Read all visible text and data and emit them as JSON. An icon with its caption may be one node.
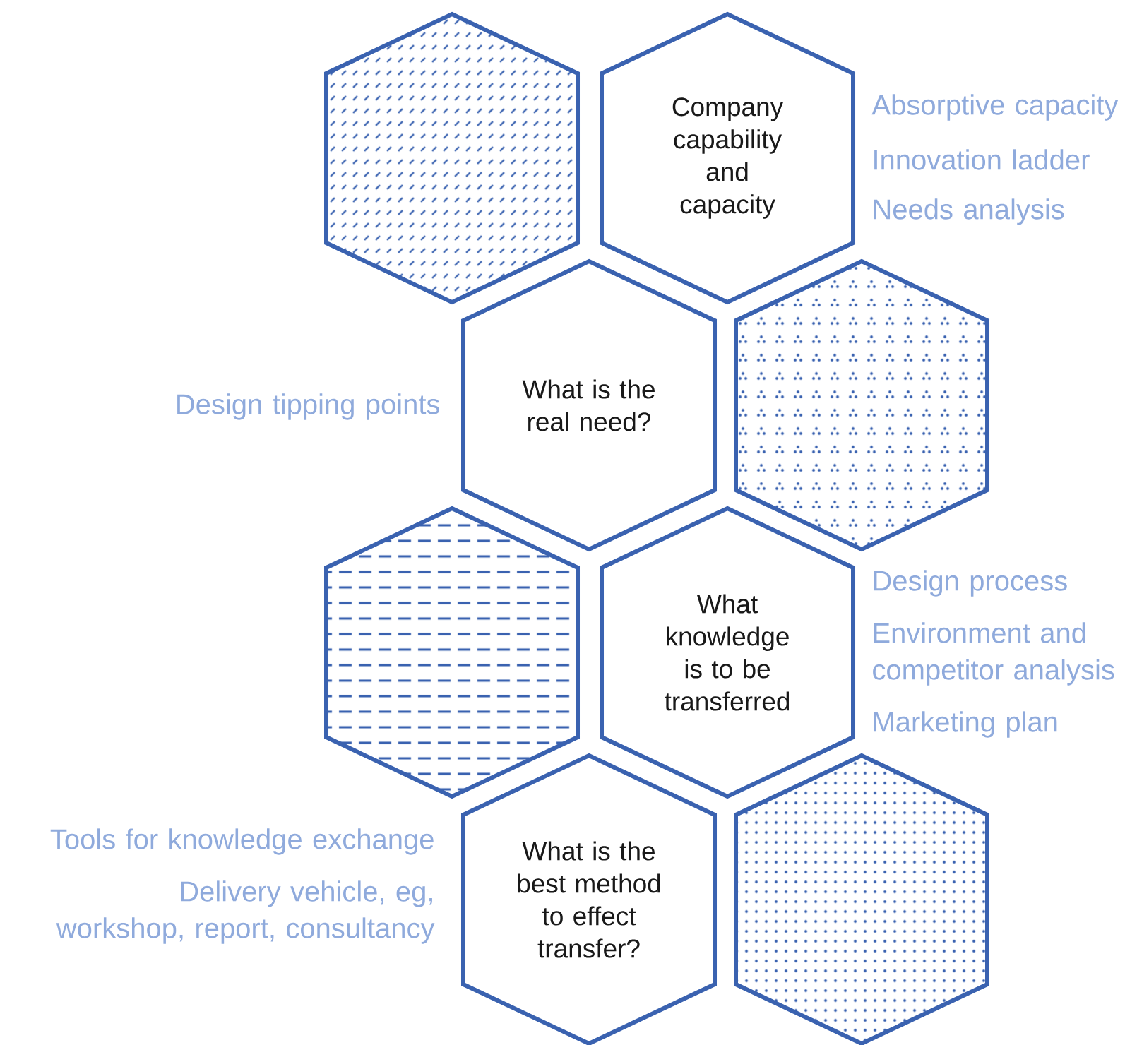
{
  "diagram": {
    "nodes": [
      {
        "text": [],
        "shape": "hexagon"
      },
      {
        "text": [
          "Company capability and capacity"
        ],
        "beside": [
          "Absorptive capacity",
          "Innovation ladder",
          "Needs analysis"
        ]
      },
      {
        "text": [
          "What is the real need?"
        ],
        "beside": [
          "Design tipping points"
        ]
      },
      {
        "text": [],
        "shape": "hexagon"
      },
      {
        "text": [],
        "shape": "hexagon"
      },
      {
        "text": [
          "What knowledge is to be transferred"
        ],
        "beside": [
          "Design process",
          "Environment and competitor analysis",
          "Marketing plan"
        ]
      },
      {
        "text": [
          "What is the best method to effect transfer?"
        ],
        "beside": [
          "Tools for knowledge exchange",
          "Delivery vehicle, eg, workshop, report, consultancy"
        ]
      },
      {
        "text": [],
        "shape": "hexagon"
      }
    ]
  }
}
